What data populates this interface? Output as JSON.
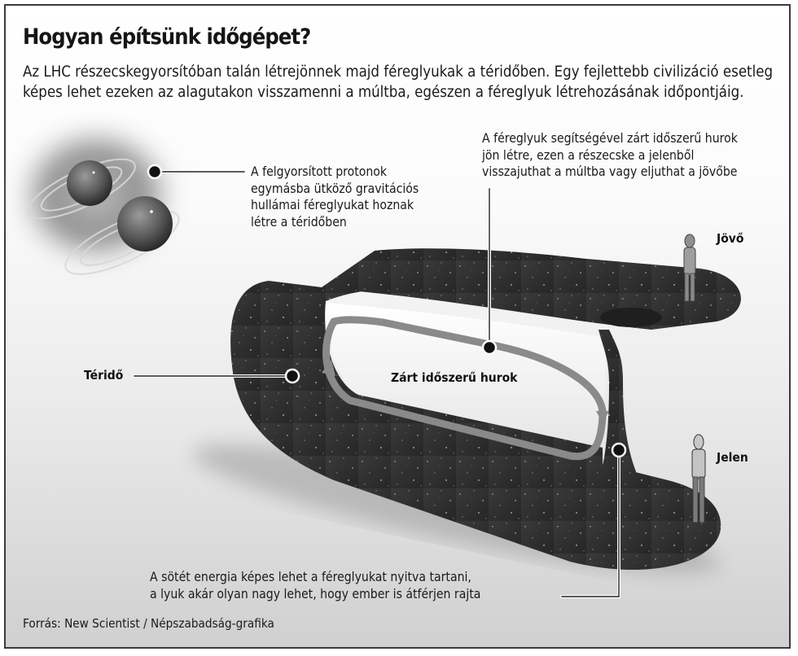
{
  "infographic": {
    "title": "Hogyan építsünk időgépet?",
    "intro_lines": [
      "Az LHC részecskegyorsítóban talán létrejönnek majd féreglyukak a téridőben. Egy fejlettebb civilizáció esetleg",
      "képes lehet ezeken az alagutakon visszamenni a múltba, egészen a féreglyuk létrehozásának időpontjáig."
    ],
    "callouts": {
      "protons": {
        "lines": [
          "A felgyorsított protonok",
          "egymásba ütköző gravitációs",
          "hullámai féreglyukat hoznak",
          "létre a téridőben"
        ]
      },
      "loop": {
        "lines": [
          "A féreglyuk segítségével zárt időszerű hurok",
          "jön létre, ezen a részecske a jelenből",
          "visszajuthat a múltba vagy eljuthat a jövőbe"
        ]
      },
      "dark_energy": {
        "lines": [
          "A sötét energia képes lehet a féreglyukat nyitva tartani,",
          "a lyuk akár olyan nagy lehet, hogy ember is átférjen rajta"
        ]
      }
    },
    "labels": {
      "spacetime": "Téridő",
      "closed_loop": "Zárt időszerű hurok",
      "future": "Jövő",
      "present": "Jelen"
    },
    "source": "Forrás: New Scientist / Népszabadság-grafika",
    "colors": {
      "sheet": "#2e2e2e",
      "loop_arrow": "#8a8a8a",
      "text": "#1a1a1a",
      "border": "#3a3a3a"
    }
  }
}
